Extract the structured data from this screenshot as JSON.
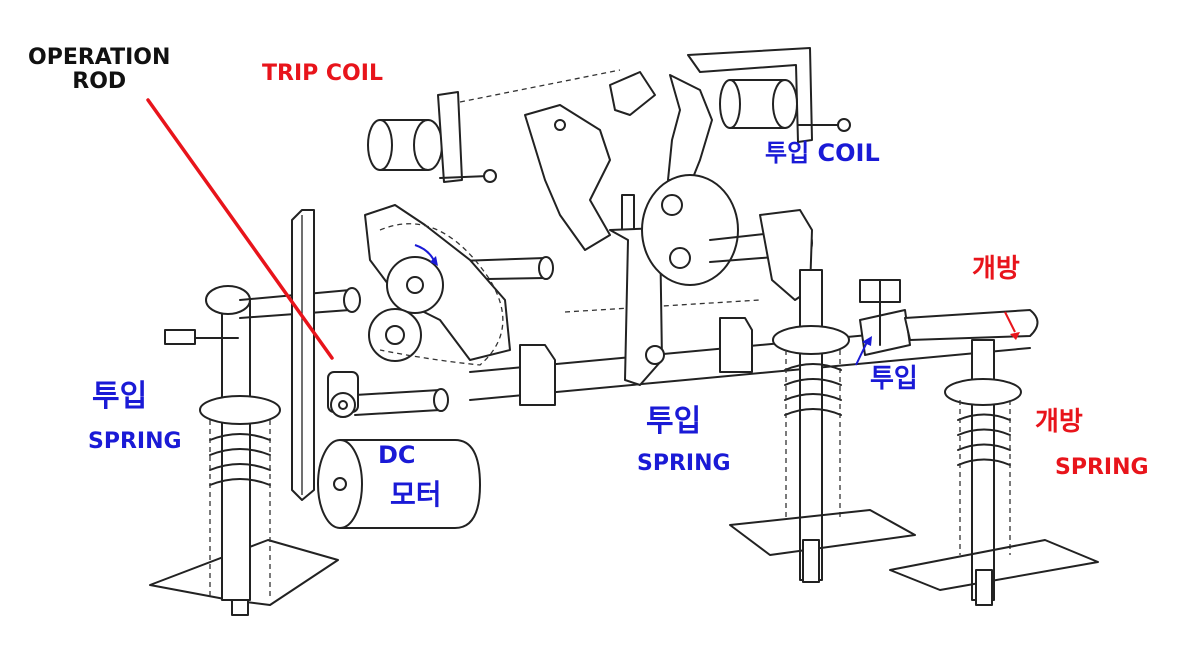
{
  "labels": {
    "operation_rod": "OPERATION\nROD",
    "trip_coil": "TRIP COIL",
    "close_coil": "투입 COIL",
    "open": "개방",
    "close_right": "투입",
    "close_spring_left_top": "투입",
    "close_spring_left_bottom": "SPRING",
    "dc_motor_top": "DC",
    "dc_motor_bottom": "모터",
    "close_spring_mid_top": "투입",
    "close_spring_mid_bottom": "SPRING",
    "open_spring_top": "개방",
    "open_spring_bottom": "SPRING"
  },
  "colors": {
    "label_black": "#111111",
    "label_red": "#e8141b",
    "label_blue": "#1a1ad6",
    "pointer_red": "#e8141b",
    "line_art": "#222222"
  }
}
